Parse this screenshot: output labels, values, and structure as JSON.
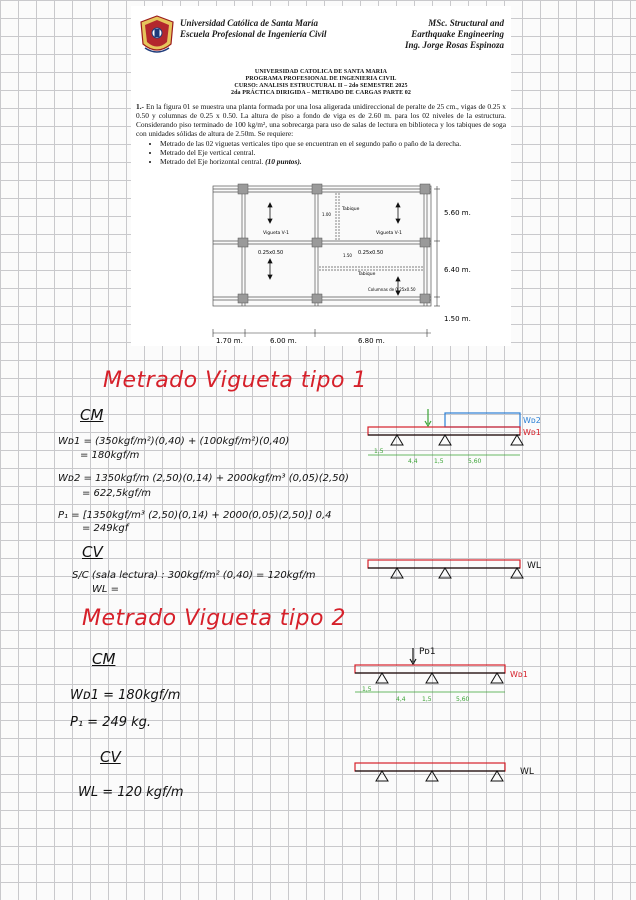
{
  "header": {
    "uni_line1": "Universidad Católica de Santa María",
    "uni_line2": "Escuela Profesional de Ingeniería Civil",
    "msc_line1": "MSc. Structural and",
    "msc_line2": "Earthquake Engineering",
    "msc_line3": "Ing. Jorge Rosas Espinoza"
  },
  "titles": {
    "l1": "UNIVERSIDAD CATOLICA DE SANTA MARIA",
    "l2": "PROGRAMA PROFESIONAL DE INGENIERIA CIVIL",
    "l3": "CURSO: ANALISIS ESTRUCTURAL II – 2do SEMESTRE 2025",
    "l4": "2da PRÁCTICA DIRIGIDA – METRADO DE CARGAS PARTE 02"
  },
  "problem": {
    "number": "1.-",
    "text": "En la figura 01 se muestra una planta formada por una losa aligerada unidireccional de peralte de 25 cm., vigas de 0.25 x 0.50 y columnas de 0.25 x 0.50. La altura de piso a fondo de viga es de 2.60 m. para los 02 niveles de la estructura. Considerando piso terminado de 100 kg/m², una sobrecarga para uso de salas de lectura en biblioteca y los tabiques de soga con unidades sólidas de altura de 2.50m. Se requiere:",
    "req1": "Metrado de las 02 viguetas verticales tipo que se encuentran en el segundo paño o paño de la derecha.",
    "req2": "Metrado del Eje vertical central.",
    "req3": "Metrado del Eje horizontal central.",
    "req3_points": "(10 puntos)."
  },
  "plan": {
    "dim_560": "5.60 m.",
    "dim_640": "6.40 m.",
    "dim_150": "1.50 m.",
    "dim_170": "1.70 m.",
    "dim_600": "6.00 m.",
    "dim_680": "6.80 m.",
    "tabique_1": "Tabique",
    "tabique_2": "Tabique",
    "dim_100": "1.00",
    "dim_150_small": "1.50",
    "vigueta_1": "Vigueta V-1",
    "vigueta_2": "Vigueta V-1",
    "viga_1": "0.25x0.50",
    "viga_2": "0.25x0.50",
    "columnas": "Columnas de 0.25x0.50"
  },
  "notes": {
    "title1": "Metrado Vigueta tipo 1",
    "cm1": "CM",
    "wd1_eq": "Wᴅ1 = (350kgf/m²)(0,40) + (100kgf/m²)(0,40)",
    "wd1_res": "= 180kgf/m",
    "wd2_eq": "Wᴅ2 = 1350kgf/m (2,50)(0,14) + 2000kgf/m³ (0,05)(2,50)",
    "wd2_res": "= 622,5kgf/m",
    "p1_eq": "P₁ = [1350kgf/m³ (2,50)(0,14) + 2000(0,05)(2,50)] 0,4",
    "p1_res": "= 249kgf",
    "cv1": "CV",
    "sc_eq": "S/C (sala lectura) : 300kgf/m² (0,40) = 120kgf/m",
    "wl_eq": "WL =",
    "title2": "Metrado Vigueta tipo 2",
    "cm2": "CM",
    "wd1_t2": "Wᴅ1 = 180kgf/m",
    "p1_t2": "P₁ = 249 kg.",
    "cv2": "CV",
    "wl_t2": "WL = 120 kgf/m"
  },
  "diagram1": {
    "label_wd2": "Wᴅ2",
    "label_wd1": "Wᴅ1",
    "span_a": "1,5",
    "span_b": "4,4",
    "span_c": "1,5",
    "span_d": "5,60"
  },
  "diagram2": {
    "label_wl": "WL"
  },
  "diagram3": {
    "label_pd1": "Pᴅ1",
    "label_wd1": "Wᴅ1",
    "span_a": "1,5",
    "span_b": "4,4",
    "span_c": "1,5",
    "span_d": "5,60"
  },
  "diagram4": {
    "label_wl": "WL"
  },
  "colors": {
    "ink_red": "#d6202a",
    "ink_blue": "#2b7fd4",
    "ink_green": "#3aa335",
    "ink_dark": "#111111"
  }
}
